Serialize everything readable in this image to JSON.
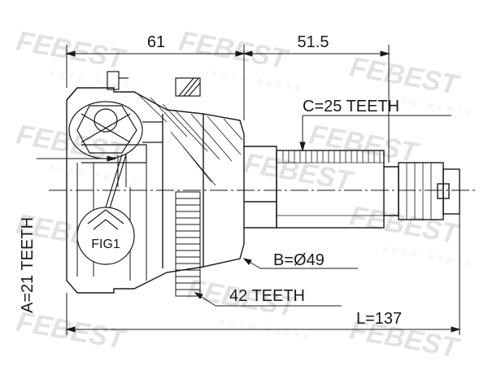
{
  "dimensions": {
    "width_top_left": "61",
    "width_top_right": "51.5",
    "spline_c": "C=25 TEETH",
    "spline_a": "A=21 TEETH",
    "diameter_b": "B=Ø49",
    "abs_ring": "42 TEETH",
    "length": "L=137"
  },
  "detail_label": "FIG1",
  "watermark": {
    "brand": "FEBEST",
    "sub": "AUTO PARTS"
  },
  "colors": {
    "line": "#1a1a1a",
    "watermark": "#e2e2e2"
  }
}
